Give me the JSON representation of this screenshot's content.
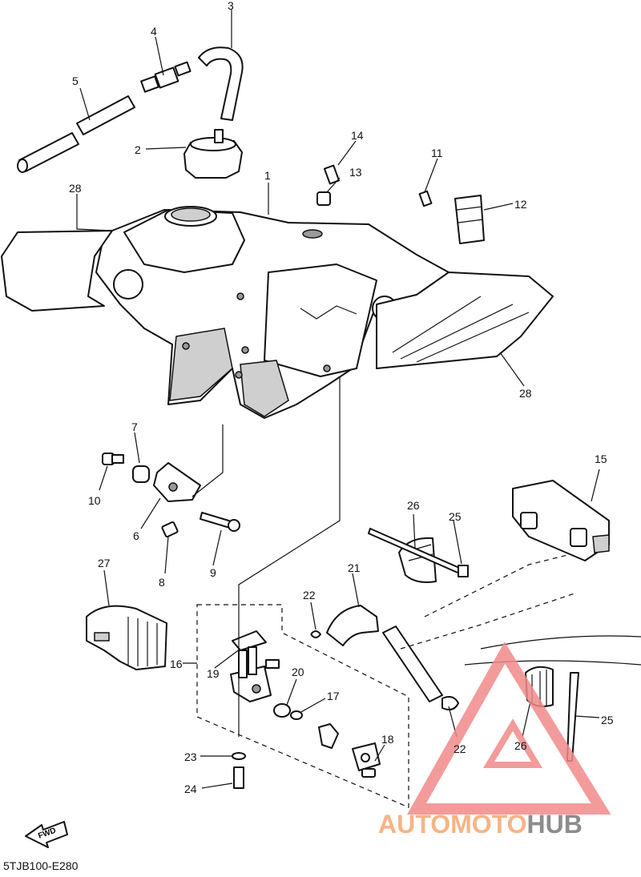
{
  "diagram": {
    "code": "5TJB100-E280",
    "fwd_label": "FWD",
    "callouts": [
      {
        "id": "c1",
        "text": "1"
      },
      {
        "id": "c2",
        "text": "2"
      },
      {
        "id": "c3",
        "text": "3"
      },
      {
        "id": "c4",
        "text": "4"
      },
      {
        "id": "c5",
        "text": "5"
      },
      {
        "id": "c6",
        "text": "6"
      },
      {
        "id": "c7",
        "text": "7"
      },
      {
        "id": "c8",
        "text": "8"
      },
      {
        "id": "c9",
        "text": "9"
      },
      {
        "id": "c10",
        "text": "10"
      },
      {
        "id": "c11",
        "text": "11"
      },
      {
        "id": "c12",
        "text": "12"
      },
      {
        "id": "c13",
        "text": "13"
      },
      {
        "id": "c14",
        "text": "14"
      },
      {
        "id": "c15",
        "text": "15"
      },
      {
        "id": "c16",
        "text": "16"
      },
      {
        "id": "c17",
        "text": "17"
      },
      {
        "id": "c18",
        "text": "18"
      },
      {
        "id": "c19",
        "text": "19"
      },
      {
        "id": "c20",
        "text": "20"
      },
      {
        "id": "c21",
        "text": "21"
      },
      {
        "id": "c22a",
        "text": "22"
      },
      {
        "id": "c22b",
        "text": "22"
      },
      {
        "id": "c23",
        "text": "23"
      },
      {
        "id": "c24",
        "text": "24"
      },
      {
        "id": "c25a",
        "text": "25"
      },
      {
        "id": "c25b",
        "text": "25"
      },
      {
        "id": "c26a",
        "text": "26"
      },
      {
        "id": "c26b",
        "text": "26"
      },
      {
        "id": "c27",
        "text": "27"
      },
      {
        "id": "c28a",
        "text": "28"
      },
      {
        "id": "c28b",
        "text": "28"
      }
    ]
  },
  "watermark": {
    "text_auto": "AUTO",
    "text_moto": "MOTO",
    "text_hub": "HUB",
    "color_auto": "#f5b487",
    "color_moto": "#f5b487",
    "color_hub": "#8c8c8c",
    "logo_color": "#f28a8a"
  }
}
